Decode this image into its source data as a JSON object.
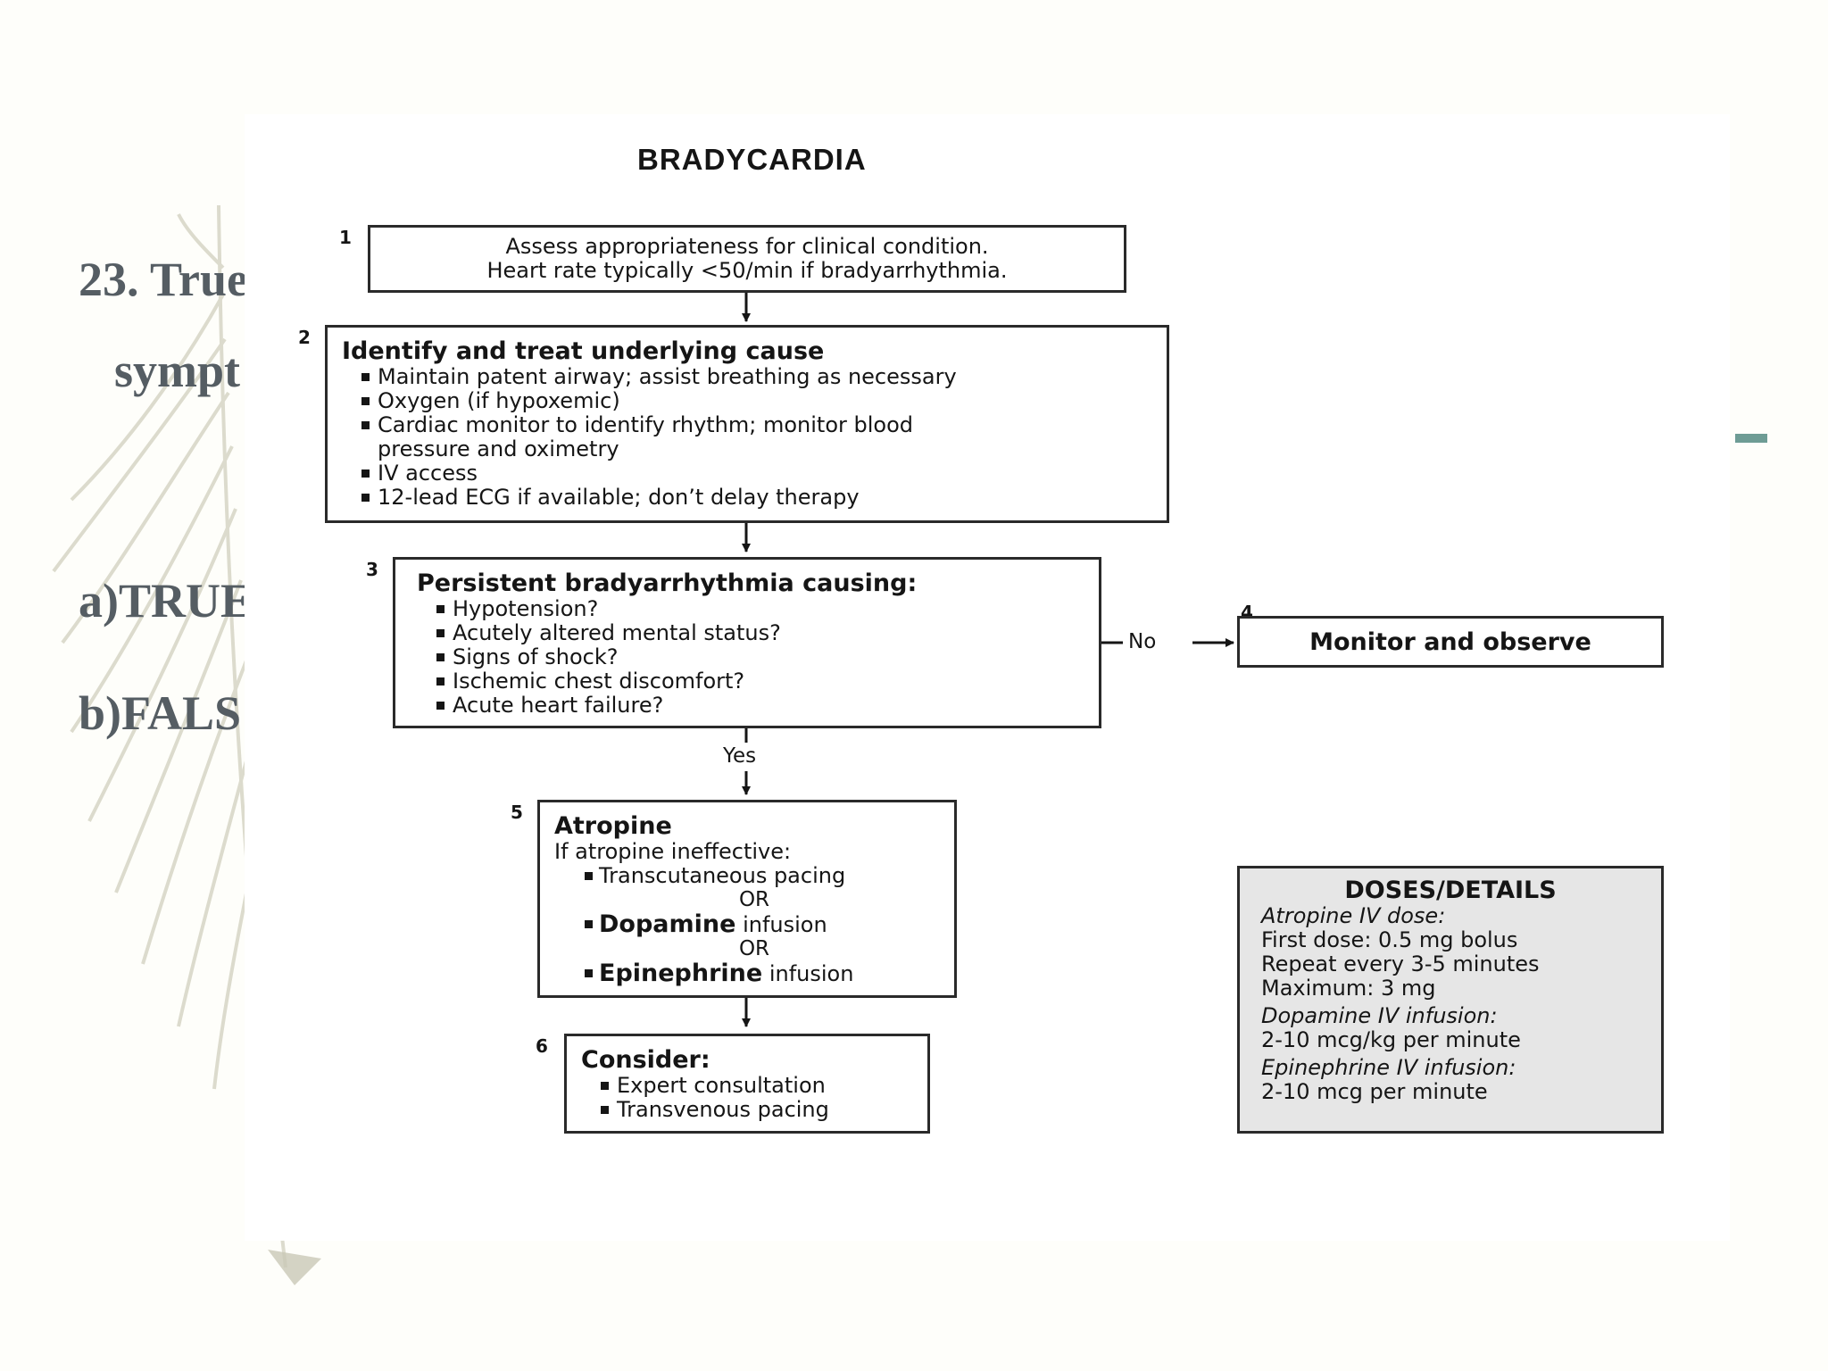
{
  "slide": {
    "question_line1": "23. True",
    "question_line2": "sympt",
    "option_a": "a)TRUE",
    "option_b": "b)FALS"
  },
  "diagram": {
    "title": "BRADYCARDIA",
    "steps": [
      {
        "number": "1",
        "lines": [
          "Assess appropriateness for clinical condition.",
          "Heart rate typically <50/min if bradyarrhythmia."
        ]
      },
      {
        "number": "2",
        "heading": "Identify and treat underlying cause",
        "bullets": [
          "Maintain patent airway; assist breathing as necessary",
          "Oxygen (if hypoxemic)",
          "Cardiac monitor to identify rhythm; monitor blood",
          "IV access",
          "12-lead ECG if available; don’t delay therapy"
        ],
        "continuation": "pressure and oximetry"
      },
      {
        "number": "3",
        "heading": "Persistent bradyarrhythmia causing:",
        "bullets": [
          "Hypotension?",
          "Acutely altered mental status?",
          "Signs of shock?",
          "Ischemic chest discomfort?",
          "Acute heart failure?"
        ]
      },
      {
        "number": "4",
        "heading": "Monitor and observe"
      },
      {
        "number": "5",
        "heading": "Atropine",
        "subheading": "If atropine ineffective:",
        "items": [
          {
            "bold": "",
            "text": "Transcutaneous pacing"
          },
          {
            "bold": "Dopamine",
            "text": " infusion"
          },
          {
            "bold": "Epinephrine",
            "text": " infusion"
          }
        ],
        "or_label": "OR"
      },
      {
        "number": "6",
        "heading": "Consider:",
        "bullets": [
          "Expert consultation",
          "Transvenous pacing"
        ]
      }
    ],
    "edge_labels": {
      "no": "No",
      "yes": "Yes"
    },
    "doses": {
      "title": "DOSES/DETAILS",
      "atropine_label": "Atropine IV dose:",
      "atropine_lines": [
        "First dose: 0.5 mg bolus",
        "Repeat every 3-5 minutes",
        "Maximum: 3 mg"
      ],
      "dopamine_label": "Dopamine IV infusion:",
      "dopamine_line": "2-10 mcg/kg per minute",
      "epinephrine_label": "Epinephrine IV infusion:",
      "epinephrine_line": "2-10 mcg per minute"
    }
  },
  "colors": {
    "slide_text": "#555d63",
    "accent": "#6e9c94",
    "doses_fill": "#e6e6e6"
  }
}
